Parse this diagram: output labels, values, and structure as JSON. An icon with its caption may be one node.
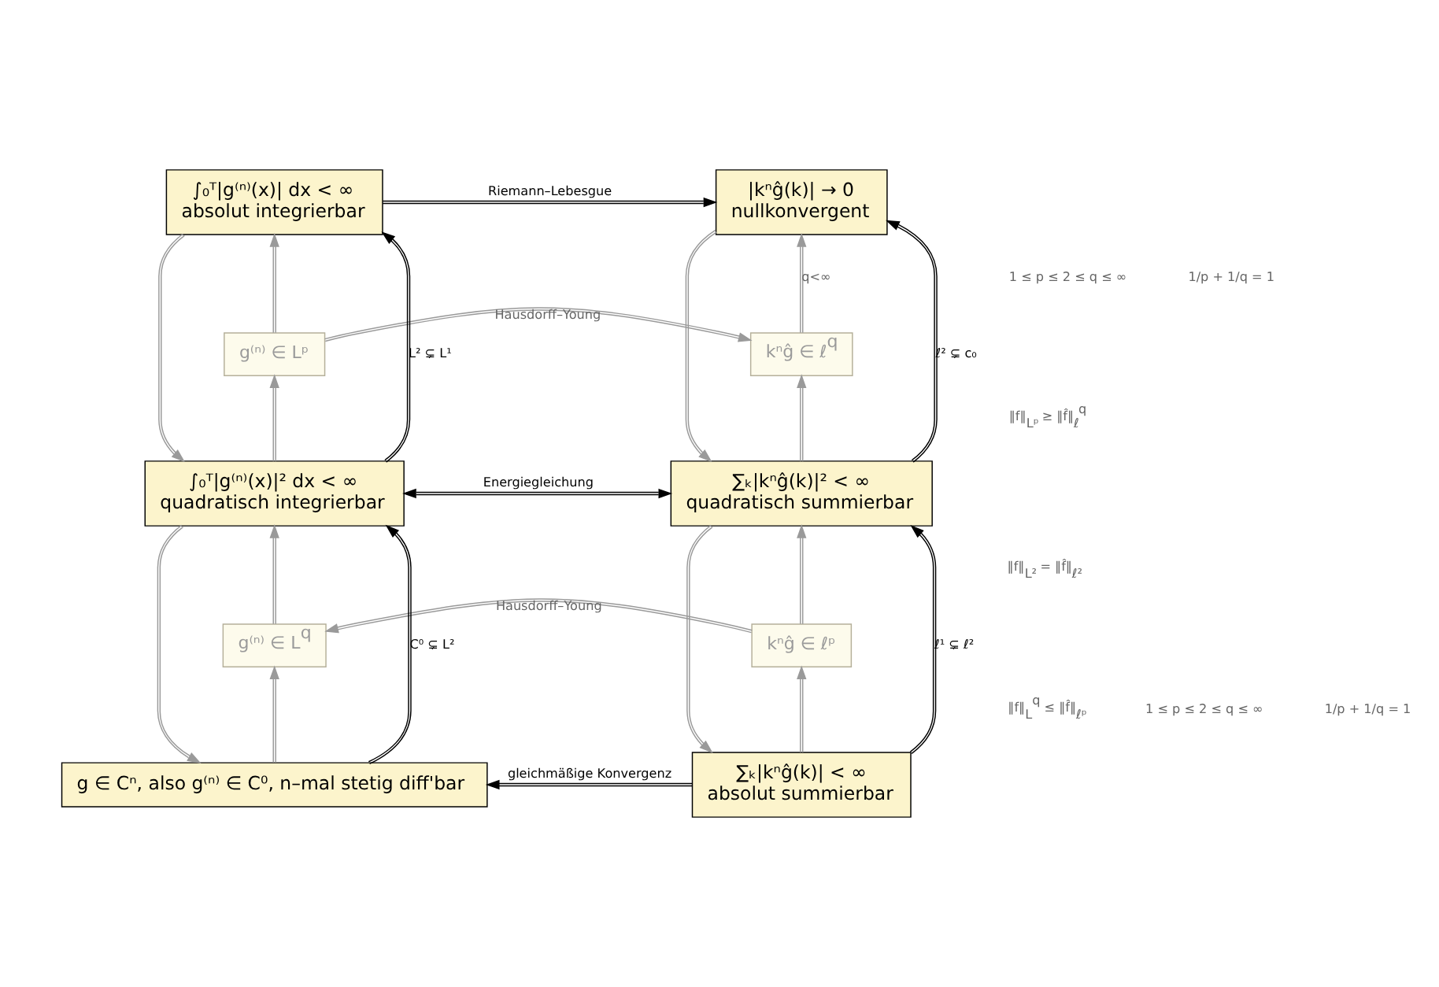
{
  "diagram": {
    "nodes": [
      {
        "text": [
          "∫₀ᵀ|g⁽ⁿ⁾(x)| dx < ∞",
          "absolut integrierbar"
        ]
      },
      {
        "text": [
          "|kⁿĝ(k)| → 0",
          "nullkonvergent"
        ]
      },
      {
        "text": [
          "g⁽ⁿ⁾ ∈ Lᵖ"
        ]
      },
      {
        "text": [
          "kⁿĝ ∈ ℓ$^{q}$"
        ]
      },
      {
        "text": [
          "∫₀ᵀ|g⁽ⁿ⁾(x)|² dx < ∞",
          "quadratisch integrierbar"
        ]
      },
      {
        "text": [
          "∑ₖ|kⁿĝ(k)|² < ∞",
          "quadratisch summierbar"
        ]
      },
      {
        "text": [
          "g⁽ⁿ⁾ ∈ L$^{q}$"
        ]
      },
      {
        "text": [
          "kⁿĝ ∈ ℓᵖ"
        ]
      },
      {
        "text": [
          "g ∈ Cⁿ, also g⁽ⁿ⁾ ∈ C⁰, n–mal stetig diff'bar"
        ]
      },
      {
        "text": [
          "∑ₖ|kⁿĝ(k)| < ∞",
          "absolut summierbar"
        ]
      }
    ],
    "edges": [
      {
        "from": 0,
        "to": 1,
        "arrow": "to",
        "label": "Riemann–Lebesgue",
        "color": "#000000"
      },
      {
        "from": 0,
        "to": 4,
        "arrow": "to"
      },
      {
        "from": 4,
        "to": 0,
        "arrow": "to",
        "label": "L² ⊊ L¹",
        "color": "#000000"
      },
      {
        "from": 4,
        "to": 2,
        "arrow": "to"
      },
      {
        "from": 2,
        "to": 0,
        "arrow": "to"
      },
      {
        "from": 2,
        "to": 3,
        "arrow": "to",
        "label": "Hausdorff–Young"
      },
      {
        "from": 5,
        "to": 3,
        "arrow": "to"
      },
      {
        "from": 3,
        "to": 1,
        "arrow": "to",
        "label": "q<∞"
      },
      {
        "from": 5,
        "to": 1,
        "arrow": "to",
        "label": "ℓ² ⊊ c₀",
        "color": "#000000"
      },
      {
        "from": 1,
        "to": 5,
        "arrow": "to"
      },
      {
        "from": 4,
        "to": 5,
        "arrow": "both",
        "label": "Energiegleichung",
        "color": "#000000"
      },
      {
        "from": 4,
        "to": 8,
        "arrow": "to"
      },
      {
        "from": 8,
        "to": 4,
        "arrow": "to",
        "label": "C⁰ ⊊ L²",
        "color": "#000000"
      },
      {
        "from": 8,
        "to": 6,
        "arrow": "to"
      },
      {
        "from": 6,
        "to": 4,
        "arrow": "to"
      },
      {
        "from": 7,
        "to": 6,
        "arrow": "to",
        "label": "Hausdorff–Young"
      },
      {
        "from": 9,
        "to": 7,
        "arrow": "to"
      },
      {
        "from": 7,
        "to": 5,
        "arrow": "to"
      },
      {
        "from": 9,
        "to": 5,
        "arrow": "to",
        "label": "ℓ¹ ⊊ ℓ²",
        "color": "#000000"
      },
      {
        "from": 5,
        "to": 9,
        "arrow": "to"
      },
      {
        "from": 9,
        "to": 8,
        "arrow": "to",
        "label": "gleichmäßige Konvergenz",
        "color": "#000000"
      }
    ],
    "labels": [
      "1 ≤ p ≤ 2 ≤ q ≤ ∞",
      "1/p + 1/q = 1",
      "‖f‖$_{Lᵖ}$ ≥ ‖f̂‖$_{ℓ}$$^{q}$",
      "‖f‖$_{L²}$ = ‖f̂‖$_{ℓ²}$",
      "‖f‖$_{L}$$^{q}$ ≤ ‖f̂‖$_{ℓᵖ}$",
      "1 ≤ p ≤ 2 ≤ q ≤ ∞",
      "1/p + 1/q = 1"
    ]
  }
}
